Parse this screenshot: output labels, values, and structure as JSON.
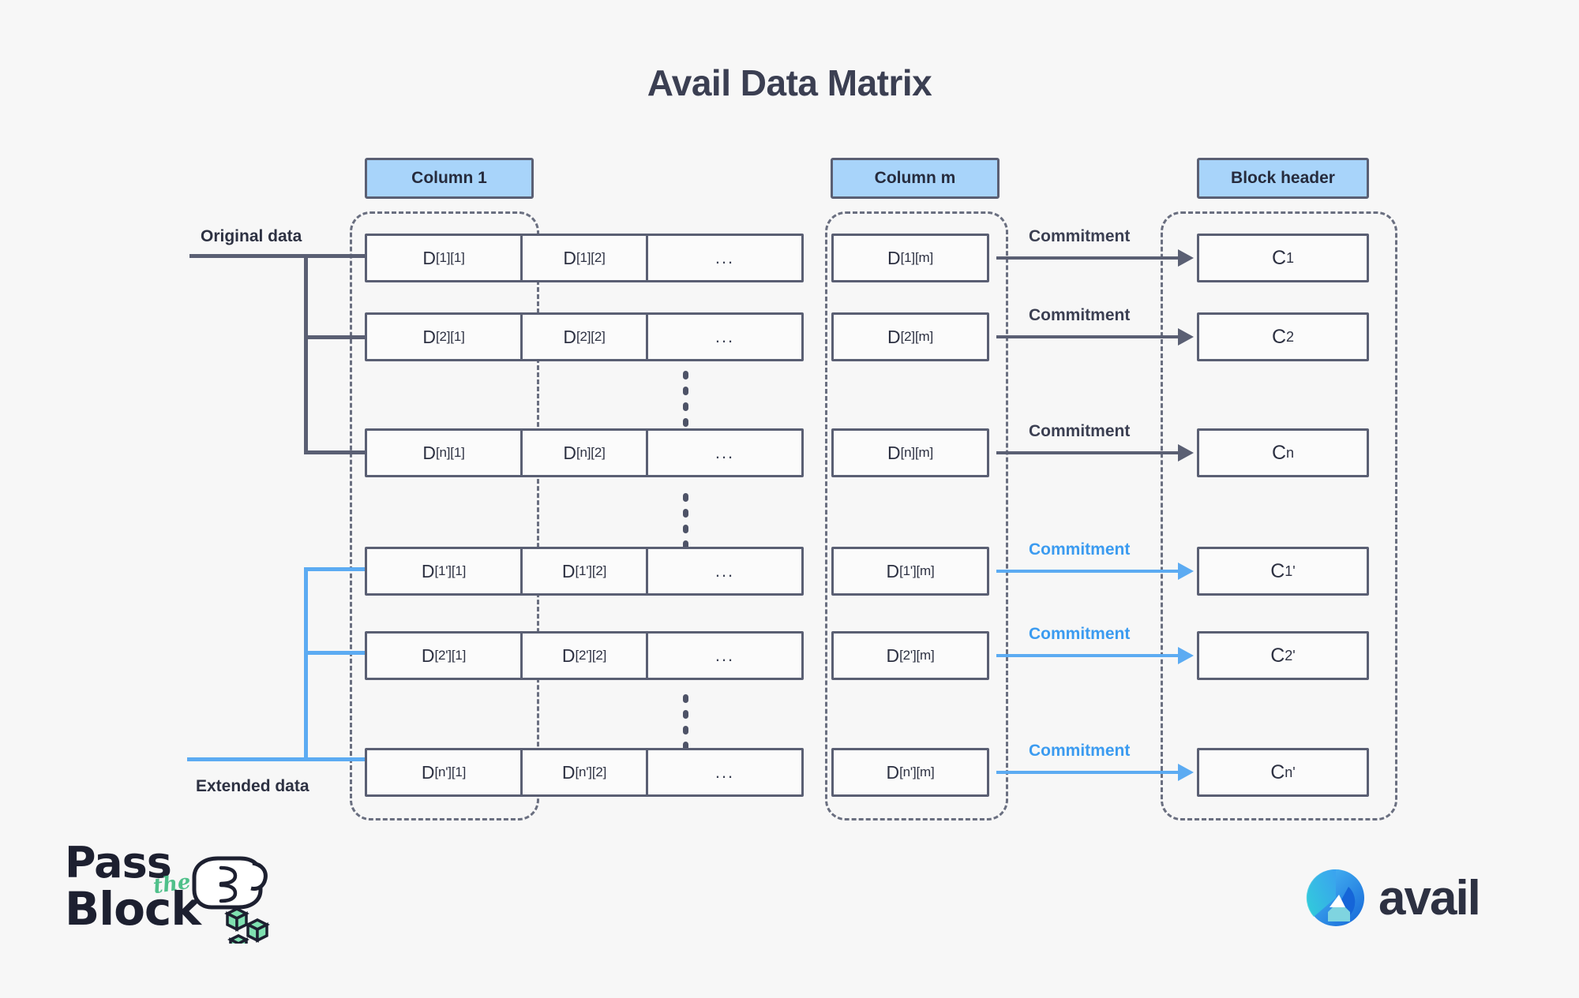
{
  "title": "Avail Data Matrix",
  "headers": {
    "column_first": "Column 1",
    "column_last": "Column m",
    "block_header": "Block header"
  },
  "side_labels": {
    "original": "Original data",
    "extended": "Extended data"
  },
  "matrix": {
    "dots_cell": "...",
    "rows": [
      {
        "id": "row-1",
        "group": "original",
        "cells": [
          "D[1][1]",
          "D[1][2]",
          "...",
          "D[1][m]"
        ],
        "commitment_label": "Commitment",
        "commitment_box": "C1"
      },
      {
        "id": "row-2",
        "group": "original",
        "cells": [
          "D[2][1]",
          "D[2][2]",
          "...",
          "D[2][m]"
        ],
        "commitment_label": "Commitment",
        "commitment_box": "C2"
      },
      {
        "id": "row-n",
        "group": "original",
        "cells": [
          "D[n][1]",
          "D[n][2]",
          "...",
          "D[n][m]"
        ],
        "commitment_label": "Commitment",
        "commitment_box": "Cn"
      },
      {
        "id": "row-1p",
        "group": "extended",
        "cells": [
          "D[1'][1]",
          "D[1'][2]",
          "...",
          "D[1'][m]"
        ],
        "commitment_label": "Commitment",
        "commitment_box": "C1'"
      },
      {
        "id": "row-2p",
        "group": "extended",
        "cells": [
          "D[2'][1]",
          "D[2'][2]",
          "...",
          "D[2'][m]"
        ],
        "commitment_label": "Commitment",
        "commitment_box": "C2'"
      },
      {
        "id": "row-np",
        "group": "extended",
        "cells": [
          "D[n'][1]",
          "D[n'][2]",
          "...",
          "D[n'][m]"
        ],
        "commitment_label": "Commitment",
        "commitment_box": "Cn'"
      }
    ],
    "cell_symbol": "D",
    "commitment_symbol": "C",
    "subscripts": {
      "row-1": {
        "c1": "[1][1]",
        "c2": "[1][2]",
        "cm": "[1][m]",
        "commit": "1"
      },
      "row-2": {
        "c1": "[2][1]",
        "c2": "[2][2]",
        "cm": "[2][m]",
        "commit": "2"
      },
      "row-n": {
        "c1": "[n][1]",
        "c2": "[n][2]",
        "cm": "[n][m]",
        "commit": "n"
      },
      "row-1p": {
        "c1": "[1'][1]",
        "c2": "[1'][2]",
        "cm": "[1'][m]",
        "commit": "1'"
      },
      "row-2p": {
        "c1": "[2'][1]",
        "c2": "[2'][2]",
        "cm": "[2'][m]",
        "commit": "2'"
      },
      "row-np": {
        "c1": "[n'][1]",
        "c2": "[n'][2]",
        "cm": "[n'][m]",
        "commit": "n'"
      }
    }
  },
  "logos": {
    "pass_the_block": {
      "line1": "Pass",
      "script": "the",
      "line2": "Block"
    },
    "avail": {
      "wordmark": "avail"
    }
  },
  "colors": {
    "background": "#f7f7f7",
    "stroke_dark": "#5a5f73",
    "text_dark": "#2d3142",
    "accent_blue": "#5cabf2",
    "chip_fill": "#a8d4fa",
    "label_blue": "#3b9bf0",
    "logo_green": "#4fc08a"
  }
}
